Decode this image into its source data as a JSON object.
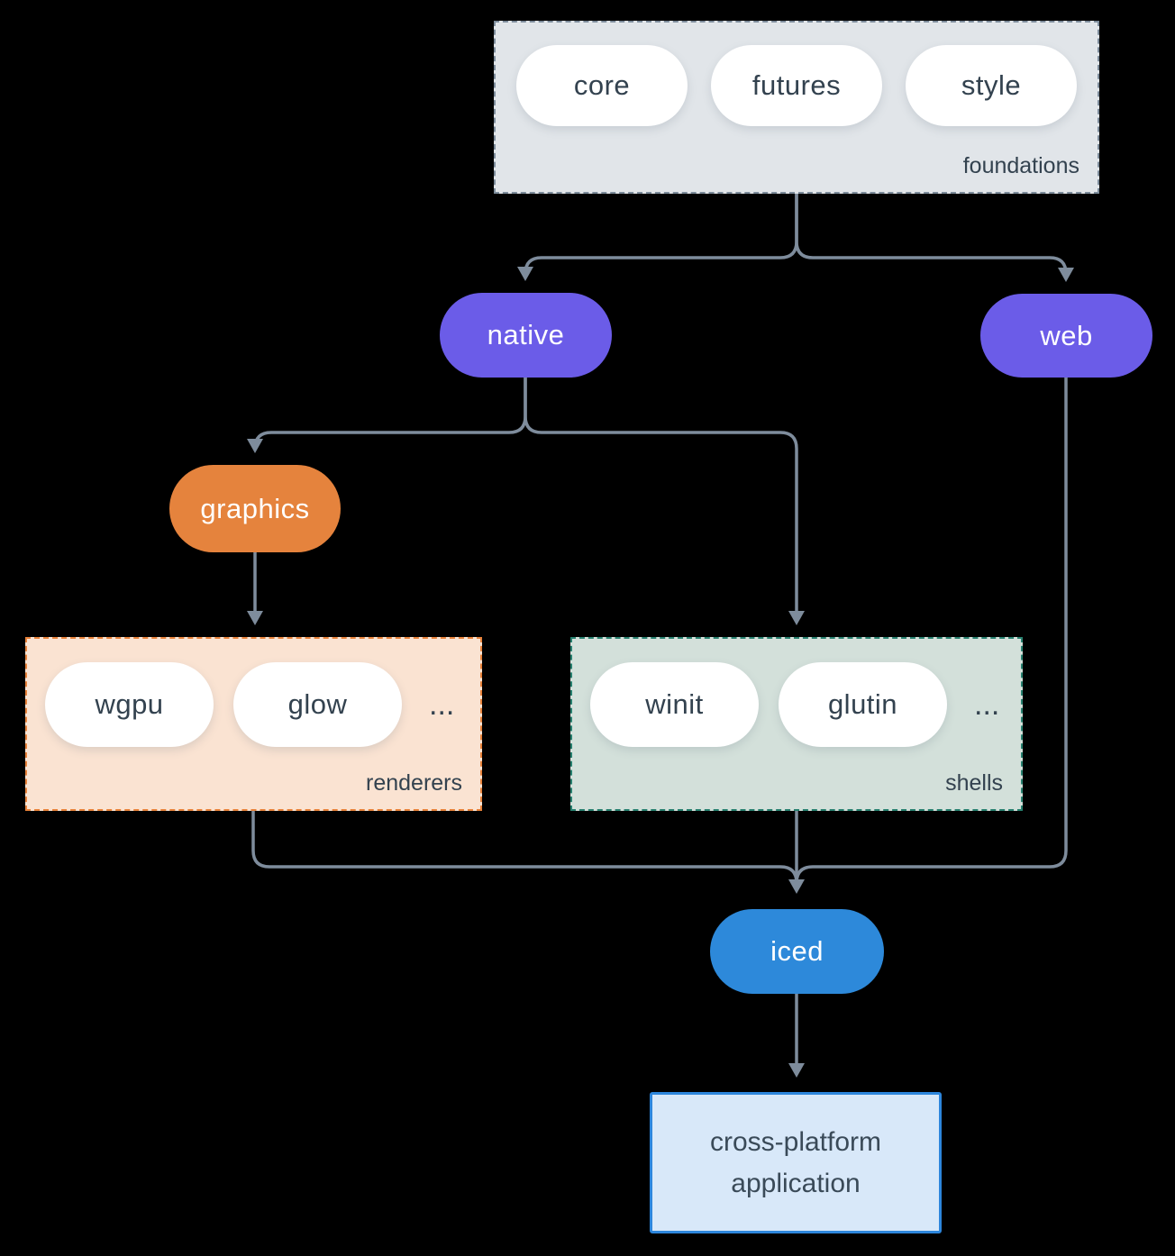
{
  "groups": {
    "foundations": {
      "label": "foundations",
      "items": [
        "core",
        "futures",
        "style"
      ]
    },
    "renderers": {
      "label": "renderers",
      "items": [
        "wgpu",
        "glow",
        "..."
      ]
    },
    "shells": {
      "label": "shells",
      "items": [
        "winit",
        "glutin",
        "..."
      ]
    }
  },
  "nodes": {
    "native": "native",
    "web": "web",
    "graphics": "graphics",
    "iced": "iced",
    "application": "cross-platform application"
  },
  "colors": {
    "background": "#000000",
    "connector": "#7e8c9c",
    "purple": "#6b5ce8",
    "orange": "#e5833d",
    "blue": "#2d89da",
    "foundations_fill": "#e1e5e9",
    "foundations_border": "#7d8c9b",
    "renderers_fill": "#fae3d2",
    "renderers_border": "#e8823a",
    "shells_fill": "#d3e0da",
    "shells_border": "#27806f",
    "application_fill": "#d8e8f9",
    "application_border": "#2d86dc",
    "text_dark": "#33424f",
    "text_light": "#ffffff"
  }
}
